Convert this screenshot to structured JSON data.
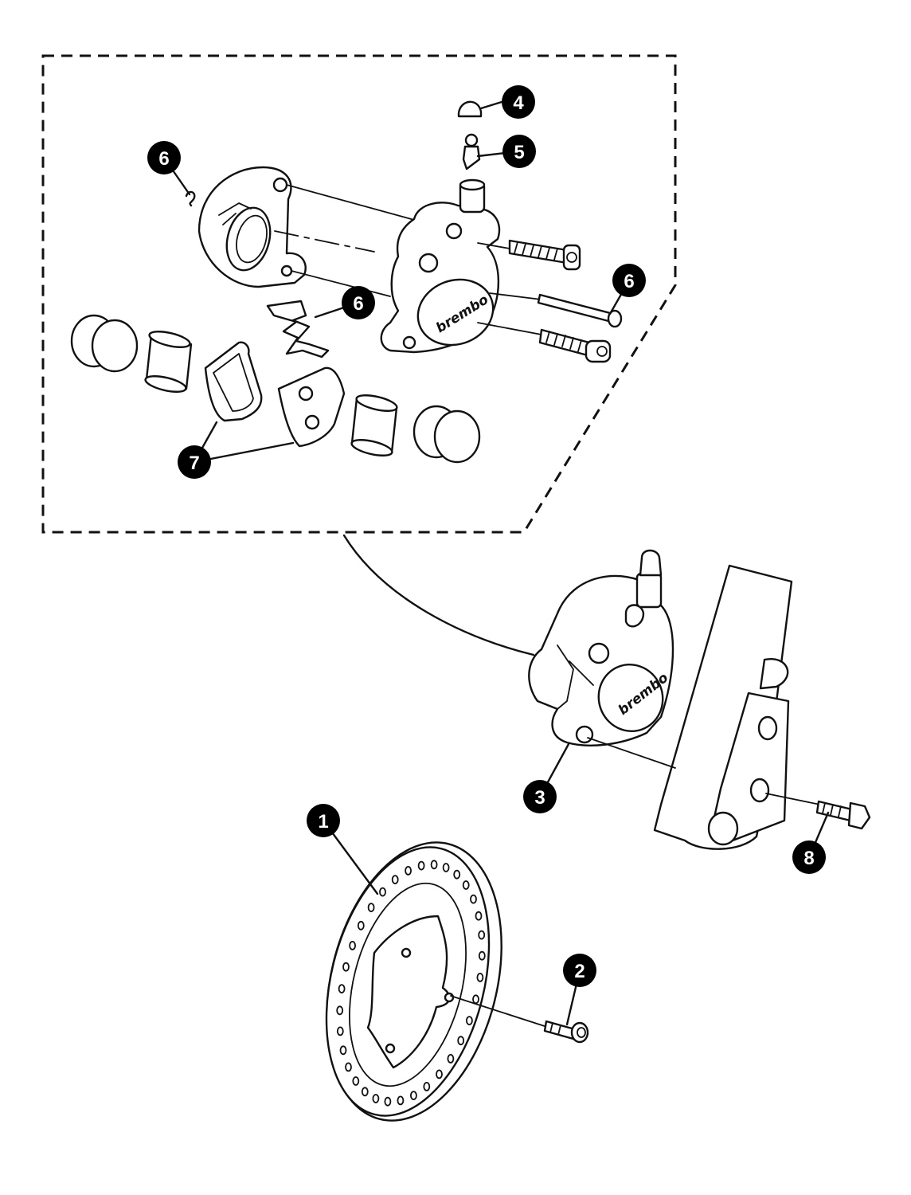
{
  "diagram": {
    "brand_mark": "brembo",
    "callouts": [
      {
        "id": "c1",
        "label": "1"
      },
      {
        "id": "c2",
        "label": "2"
      },
      {
        "id": "c3",
        "label": "3"
      },
      {
        "id": "c4",
        "label": "4"
      },
      {
        "id": "c5",
        "label": "5"
      },
      {
        "id": "c6a",
        "label": "6"
      },
      {
        "id": "c6b",
        "label": "6"
      },
      {
        "id": "c6c",
        "label": "6"
      },
      {
        "id": "c7",
        "label": "7"
      },
      {
        "id": "c8",
        "label": "8"
      }
    ]
  }
}
